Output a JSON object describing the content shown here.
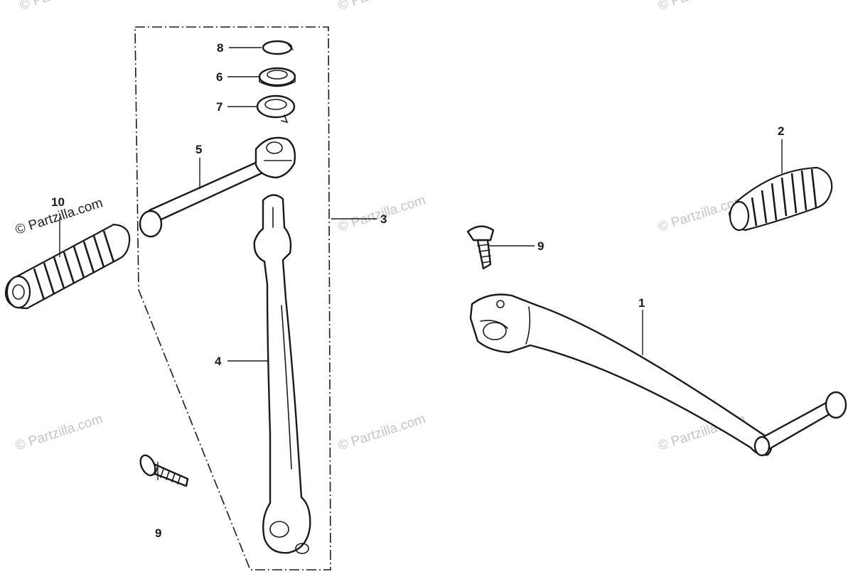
{
  "watermark": {
    "text": "© Partzilla.com"
  },
  "callouts": {
    "p1": "1",
    "p2": "2",
    "p3": "3",
    "p4": "4",
    "p5": "5",
    "p6": "6",
    "p7": "7",
    "p8": "8",
    "p9a": "9",
    "p9b": "9",
    "p10": "10"
  }
}
